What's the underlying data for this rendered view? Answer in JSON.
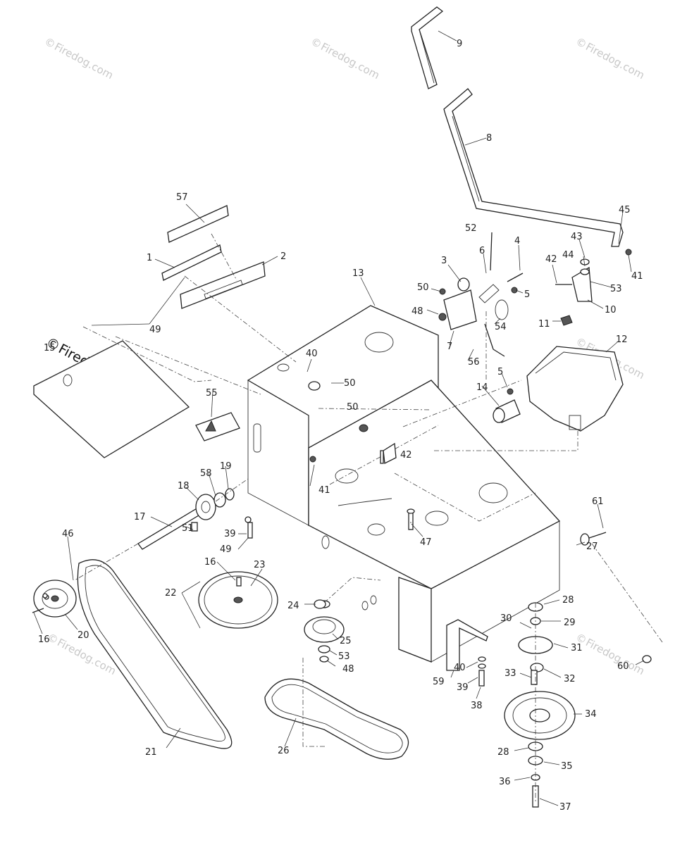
{
  "watermark": {
    "text": "Firedog.com",
    "copyright_symbol": "©"
  },
  "callouts": {
    "c1": "1",
    "c2": "2",
    "c3": "3",
    "c4": "4",
    "c5a": "5",
    "c5b": "5",
    "c6": "6",
    "c7": "7",
    "c8": "8",
    "c9": "9",
    "c10": "10",
    "c11": "11",
    "c12": "12",
    "c13": "13",
    "c14": "14",
    "c15": "15",
    "c16a": "16",
    "c16b": "16",
    "c17": "17",
    "c18": "18",
    "c19": "19",
    "c20": "20",
    "c21": "21",
    "c22": "22",
    "c23": "23",
    "c24": "24",
    "c25": "25",
    "c26": "26",
    "c27": "27",
    "c28a": "28",
    "c28b": "28",
    "c29": "29",
    "c30": "30",
    "c31": "31",
    "c32": "32",
    "c33": "33",
    "c34": "34",
    "c35": "35",
    "c36": "36",
    "c37": "37",
    "c38": "38",
    "c39a": "39",
    "c39b": "39",
    "c40a": "40",
    "c40b": "40",
    "c41a": "41",
    "c41b": "41",
    "c42a": "42",
    "c42b": "42",
    "c43": "43",
    "c44": "44",
    "c45": "45",
    "c46": "46",
    "c47": "47",
    "c48a": "48",
    "c48b": "48",
    "c49a": "49",
    "c49b": "49",
    "c50a": "50",
    "c50b": "50",
    "c50c": "50",
    "c51": "51",
    "c52": "52",
    "c53a": "53",
    "c53b": "53",
    "c54": "54",
    "c55": "55",
    "c56": "56",
    "c57": "57",
    "c58": "58",
    "c59": "59",
    "c60": "60",
    "c61": "61"
  }
}
